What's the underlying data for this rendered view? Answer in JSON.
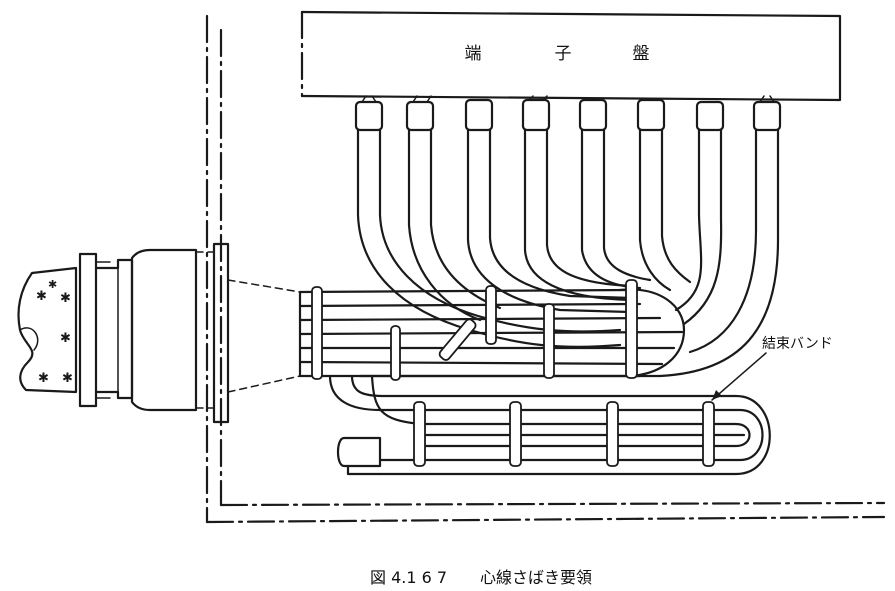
{
  "diagram": {
    "terminal_block_label": [
      "端",
      "子",
      "盤"
    ],
    "band_label": "結束バンド",
    "caption_number": "図 4.1 6 7",
    "caption_title": "心線さばき要領"
  },
  "colors": {
    "ink": "#1a1a1a",
    "paper": "#ffffff"
  }
}
